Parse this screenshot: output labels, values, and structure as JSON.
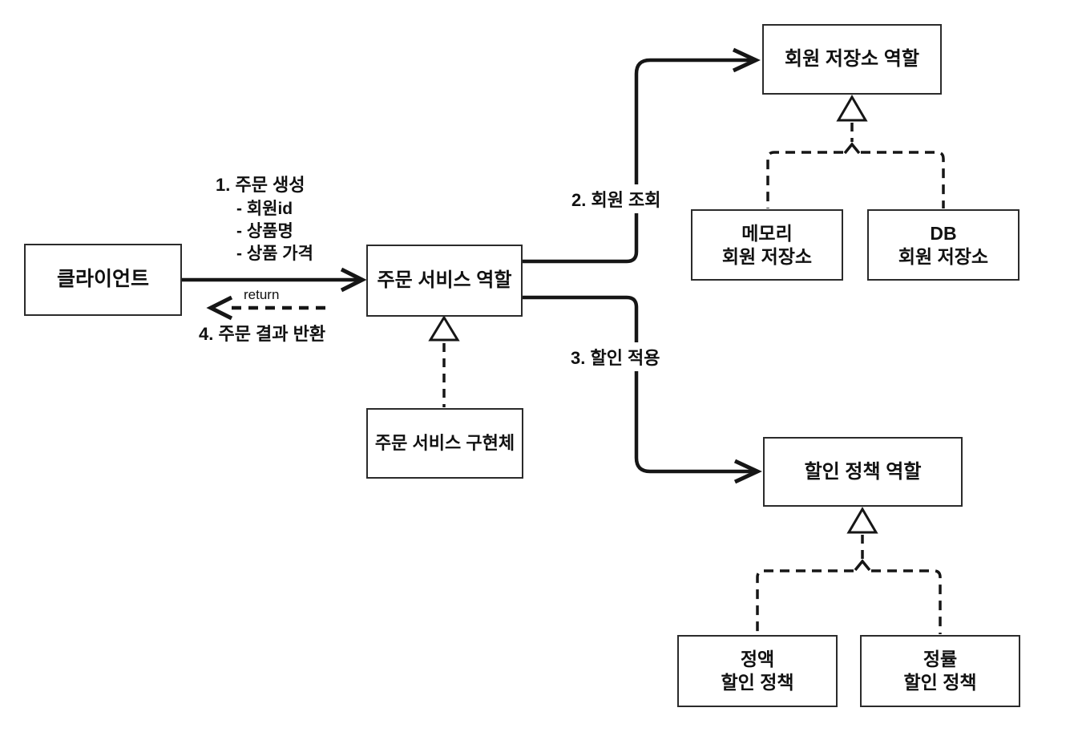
{
  "diagram": {
    "background": "#ffffff",
    "line_color": "#161616",
    "box_border_color": "#2b2b2b",
    "text_color": "#111111"
  },
  "boxes": {
    "client": {
      "label": "클라이언트"
    },
    "order_service_role": {
      "label": "주문 서비스 역할"
    },
    "order_service_impl": {
      "label": "주문 서비스 구현체"
    },
    "member_repo_role": {
      "label": "회원 저장소 역할"
    },
    "memory_member_repo": {
      "label": "메모리\n회원 저장소"
    },
    "db_member_repo": {
      "label": "DB\n회원 저장소"
    },
    "discount_policy_role": {
      "label": "할인 정책 역할"
    },
    "fixed_discount_policy": {
      "label": "정액\n할인 정책"
    },
    "rate_discount_policy": {
      "label": "정률\n할인 정책"
    }
  },
  "arrows": {
    "order_create": {
      "label": "1. 주문 생성",
      "params": [
        "- 회원id",
        "- 상품명",
        "- 상품 가격"
      ]
    },
    "member_lookup": {
      "label": "2. 회원 조회"
    },
    "discount_apply": {
      "label": "3. 할인 적용"
    },
    "order_return": {
      "label": "4. 주문 결과 반환",
      "note": "return"
    }
  }
}
